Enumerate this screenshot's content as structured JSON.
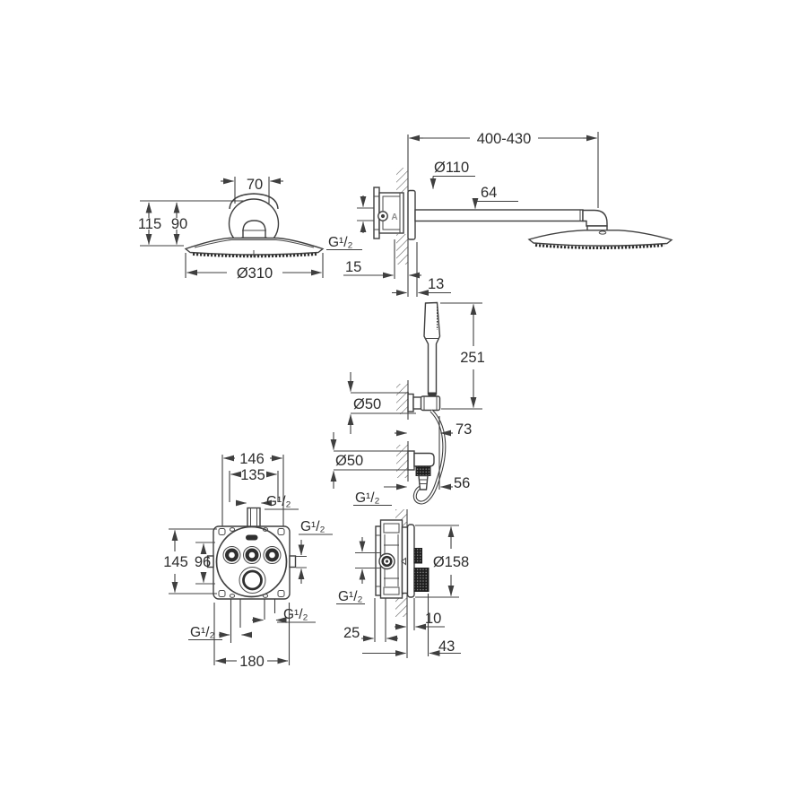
{
  "style": {
    "line_color": "#3f3f3f",
    "text_color": "#2d2d2d",
    "background": "#ffffff"
  },
  "views": {
    "head_front": {
      "top_width": "70",
      "height_total": "115",
      "height_inner": "90",
      "diameter": "Ø310"
    },
    "arm_side": {
      "arm_length": "400-430",
      "escutcheon_diameter": "Ø110",
      "head_offset": "64",
      "thread": "G¹/₂",
      "recess_depth": "15",
      "wall_clearance": "13",
      "box_marker": "A"
    },
    "hand_shower": {
      "length": "251",
      "holder_diameter": "Ø50",
      "holder_depth": "73"
    },
    "outlet_elbow": {
      "escutcheon_diameter": "Ø50",
      "protrusion": "56",
      "thread": "G¹/₂"
    },
    "mixer_front": {
      "hole_spacing_width": "146",
      "plate_width": "135",
      "thread_top": "G¹/₂",
      "thread_right": "G¹/₂",
      "hole_spacing_height": "145",
      "plate_height": "96",
      "thread_bottom_right": "G¹/₂",
      "thread_bottom_left": "G¹/₂",
      "box_width": "180"
    },
    "mixer_side": {
      "plate_diameter": "Ø158",
      "plate_gap": "10",
      "recess_depth": "25",
      "protrusion": "43",
      "thread": "G¹/₂"
    }
  }
}
